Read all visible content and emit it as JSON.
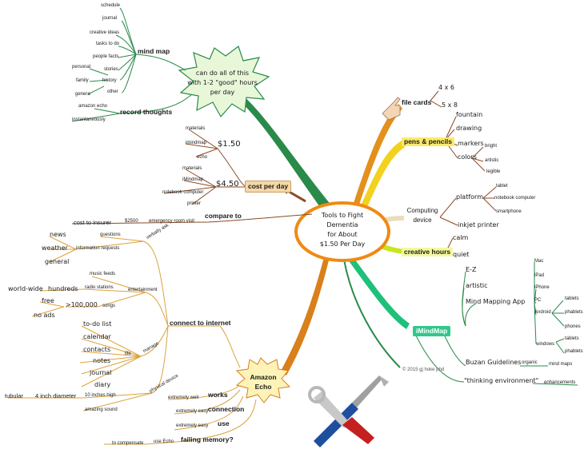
{
  "center": [
    "Tools to Fight",
    "Dementia",
    "for About",
    "$1.50 Per Day"
  ],
  "star_topic": [
    "can do all of this",
    "with 1-2 \"good\" hours",
    "per day"
  ],
  "amazon_echo": [
    "Amazon",
    "Echo"
  ],
  "copyright": "© 2015 gj hoke phd",
  "top_left": {
    "mind_map": "mind map",
    "record_thoughts": "record thoughts",
    "leaves": [
      "schedule",
      "journal",
      "creative ideas",
      "tasks to do",
      "people facts",
      "stories",
      "history",
      "other",
      "personal",
      "family",
      "genera",
      "amazon echo",
      "instantaneously"
    ]
  },
  "cost_per_day": {
    "label": "cost per day",
    "price1": "$1.50",
    "price2": "$4.50",
    "compare_to": "compare to",
    "items1": [
      "materials",
      "imindmap",
      "echo"
    ],
    "items2": [
      "materials",
      "iMindmap",
      "notebook computer",
      "printer"
    ],
    "insurer": "cost to insurer",
    "amount": "$2500",
    "er_visit": "emergency room visit"
  },
  "right": {
    "file_cards": "file cards",
    "sizes": [
      "4 x 6",
      "5 x 8"
    ],
    "pens": "pens & pencils",
    "pen_items": [
      "fountain",
      "drawing",
      "markers",
      "colors",
      "bright",
      "artistic",
      "legible"
    ],
    "computing": [
      "Computing",
      "device"
    ],
    "platform": "platform",
    "platform_items": [
      "tablet",
      "notebook computer",
      "smartphone"
    ],
    "inkjet": "inkjet printer",
    "creative_hours": "creative hours",
    "ch_items": [
      "calm",
      "quiet"
    ],
    "imindmap": "iMindMap",
    "ez": "E-Z",
    "artistic": "artistic",
    "mm_app": "Mind Mapping App",
    "devices": [
      "Mac",
      "iPad",
      "iPhone",
      "PC",
      "Android",
      "windows"
    ],
    "android_items": [
      "tablets",
      "phablets",
      "phones"
    ],
    "windows_items": [
      "tablets",
      "phablets"
    ],
    "buzan": "Buzan Guidelines",
    "organic": "organic",
    "mind_maps": "mind maps",
    "thinking": "\"thinking environment\"",
    "enhancements": "enhancements"
  },
  "echo_branch": {
    "connect": "connect to internet",
    "verbally_ask": "verbally ask",
    "questions": "questions",
    "info_requests": "information requests",
    "info_items": [
      "news",
      "weather",
      "general"
    ],
    "entertainment": "entertainment",
    "music_feeds": "music feeds",
    "radio_stations": "radio stations",
    "hundreds": "hundreds",
    "world_wide": "world-wide",
    "songs": "songs",
    "songs_count": ">100,000",
    "free": "free",
    "no_ads": "no ads",
    "manage": "manage",
    "life": "life",
    "life_items": [
      "to-do list",
      "calendar",
      "contacts",
      "notes",
      "journal",
      "diary"
    ],
    "physical_device": "physical device",
    "ten_inches": "10 inches high",
    "diameter": "4 inch diameter",
    "tubular": "tubular",
    "amazing_sound": "amazing sound",
    "works": "works",
    "extremely_well": "extremely well",
    "connection": "connection",
    "extremely_easy1": "extremely easy",
    "use": "use",
    "extremely_easy2": "extremely easy",
    "failing": "failing memory?",
    "use_echo": "use Echo",
    "compensate": "to compensate"
  },
  "colors": {
    "brown": "#8b4a24",
    "green": "#2a8a4a",
    "orange": "#e3901c",
    "yellow": "#f2d21e",
    "cream": "#ecdcbc",
    "lime": "#c6e61e",
    "emerald": "#1fc07a",
    "echo_line": "#dca23c",
    "center_ring": "#f08a12"
  }
}
